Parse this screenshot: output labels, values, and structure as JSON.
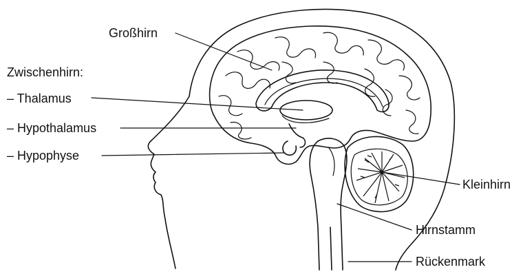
{
  "diagram": {
    "labels": {
      "grosshirn": "Großhirn",
      "zwischenhirn": "Zwischenhirn:",
      "thalamus": "– Thalamus",
      "hypothalamus": "– Hypothalamus",
      "hypophyse": "– Hypophyse",
      "kleinhirn": "Kleinhirn",
      "hirnstamm": "Hirnstamm",
      "rueckenmark": "Rückenmark"
    },
    "colors": {
      "ink": "#111111",
      "background": "#ffffff"
    }
  }
}
